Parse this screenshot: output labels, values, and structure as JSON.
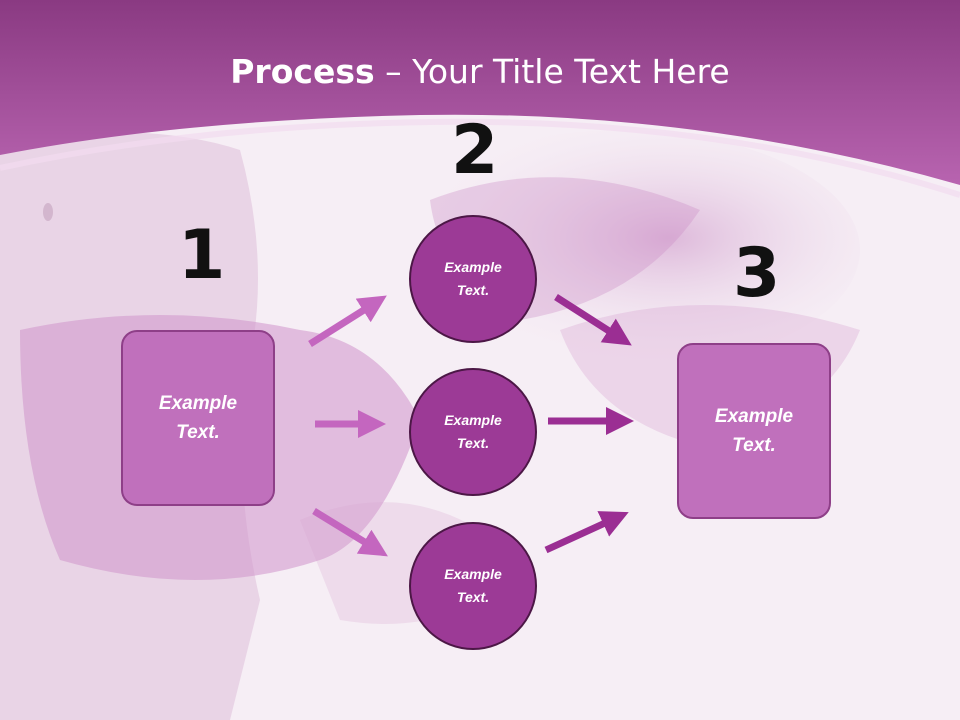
{
  "slide": {
    "title_bold": "Process",
    "title_rest": " – Your Title Text Here"
  },
  "steps": {
    "step1": {
      "number": "1",
      "text": "Example Text."
    },
    "step2": {
      "number": "2",
      "circles": [
        {
          "text": "Example Text."
        },
        {
          "text": "Example Text."
        },
        {
          "text": "Example Text."
        }
      ]
    },
    "step3": {
      "number": "3",
      "text": "Example Text."
    }
  },
  "colors": {
    "banner": "#a8489f",
    "box_fill": "#c070bc",
    "circle_fill": "#9c3a96",
    "arrow_light": "#c466bf",
    "arrow_dark": "#9b2e93"
  }
}
